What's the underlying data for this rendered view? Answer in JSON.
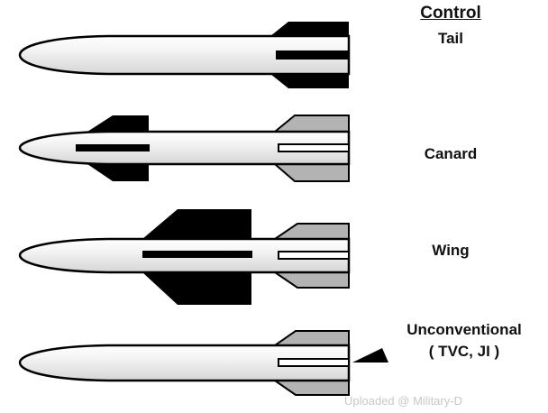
{
  "header": "Control",
  "missiles": [
    {
      "label": "Tail",
      "sublabel": ""
    },
    {
      "label": "Canard",
      "sublabel": ""
    },
    {
      "label": "Wing",
      "sublabel": ""
    },
    {
      "label": "Unconventional",
      "sublabel": "( TVC, JI )"
    }
  ],
  "watermark": "Uploaded @ Military-D",
  "colors": {
    "body_fill": "#ececec",
    "outline": "#000000",
    "dark_fin": "#000000",
    "grey_fin": "#b3b3b3"
  }
}
